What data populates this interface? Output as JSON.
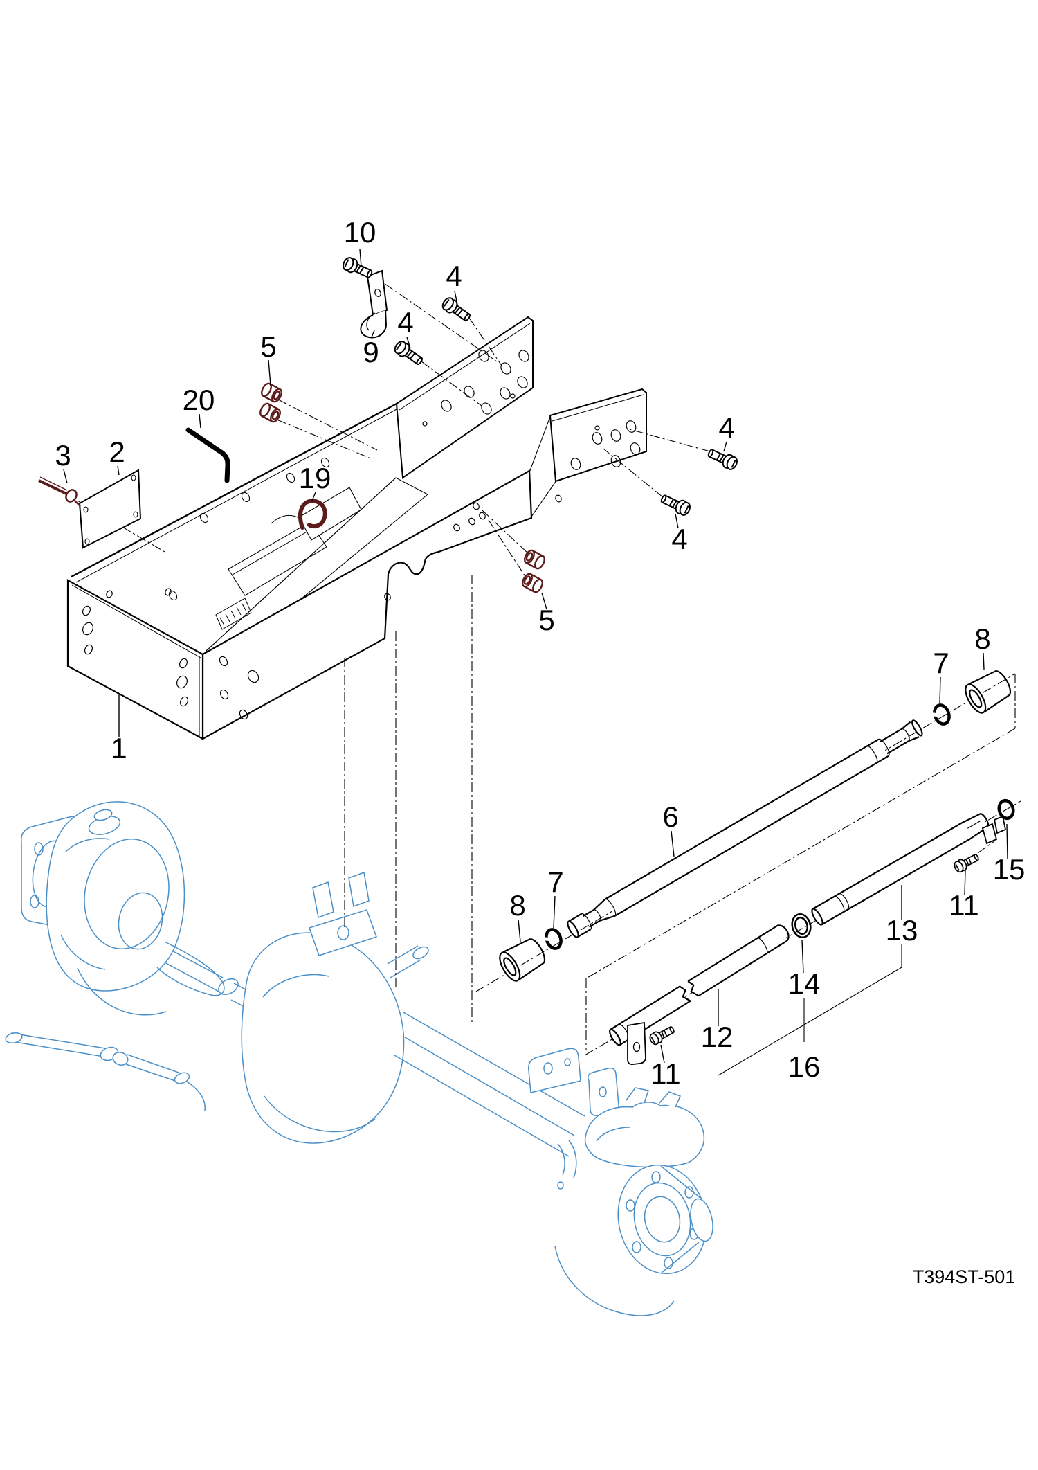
{
  "diagram": {
    "code": "T394ST-501",
    "callouts": {
      "1": "1",
      "2": "2",
      "3": "3",
      "4": "4",
      "5": "5",
      "6": "6",
      "7": "7",
      "8": "8",
      "9": "9",
      "10": "10",
      "11": "11",
      "12": "12",
      "13": "13",
      "14": "14",
      "15": "15",
      "16": "16",
      "19": "19",
      "20": "20"
    },
    "colors": {
      "line": "#000000",
      "highlight": "#5b1b1b",
      "axle": "#4a8fc7",
      "background": "#ffffff"
    }
  }
}
